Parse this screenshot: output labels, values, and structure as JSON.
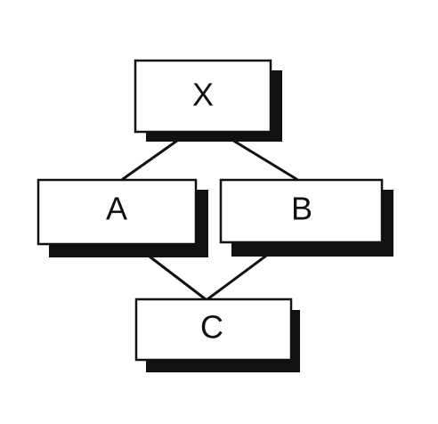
{
  "diagram": {
    "nodes": {
      "x": {
        "label": "X"
      },
      "a": {
        "label": "A"
      },
      "b": {
        "label": "B"
      },
      "c": {
        "label": "C"
      }
    },
    "edges": [
      {
        "from": "X",
        "to": "A"
      },
      {
        "from": "X",
        "to": "B"
      },
      {
        "from": "A",
        "to": "C"
      },
      {
        "from": "B",
        "to": "C"
      }
    ],
    "colors": {
      "stroke": "#111111",
      "shadow": "#111111",
      "fill": "#ffffff"
    }
  }
}
